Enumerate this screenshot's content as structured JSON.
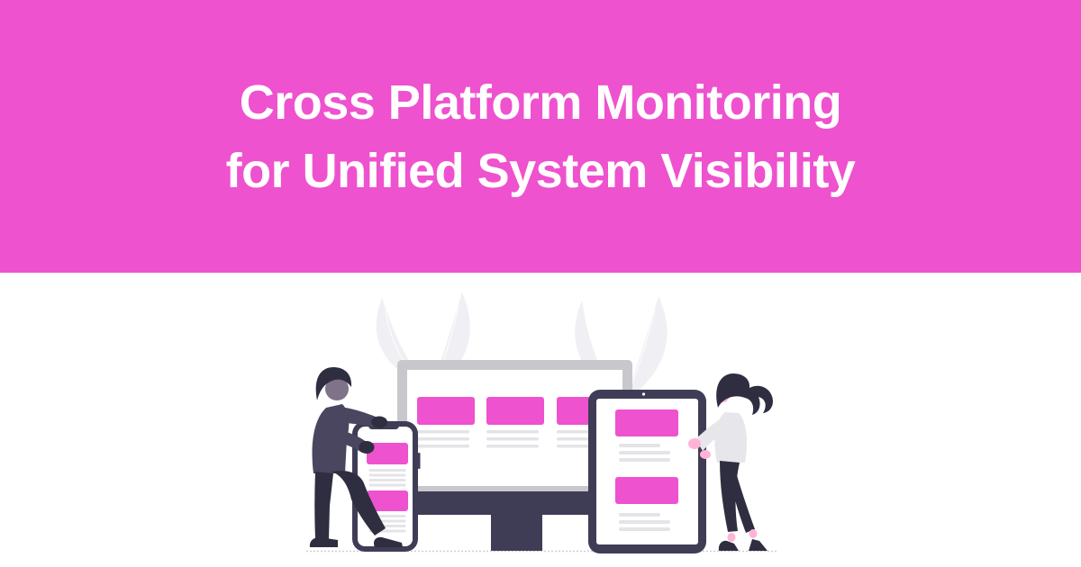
{
  "banner": {
    "title_line1": "Cross Platform Monitoring",
    "title_line2": "for Unified System Visibility",
    "background_color": "#ee52ce",
    "text_color": "#ffffff"
  },
  "illustration": {
    "label": "cross-platform-devices-illustration",
    "elements": [
      "leaf-decoration-left",
      "leaf-decoration-right",
      "desktop-monitor",
      "smartphone",
      "tablet",
      "man-figure",
      "woman-figure",
      "ground-line"
    ],
    "colors": {
      "accent_pink": "#ee52ce",
      "ink_dark": "#2f2e41",
      "slate": "#3f3d56",
      "sweater_dark": "#4a4660",
      "sweater_light": "#e7e6ea",
      "skin_muted": "#7e7388",
      "skin_pink": "#ffb3d6",
      "bezel_gray": "#c8c8cc",
      "line_gray": "#e4e4e8",
      "leaf_gray": "#f0eff4",
      "ground_gray": "#cfcfd4",
      "screen_white": "#ffffff"
    }
  }
}
